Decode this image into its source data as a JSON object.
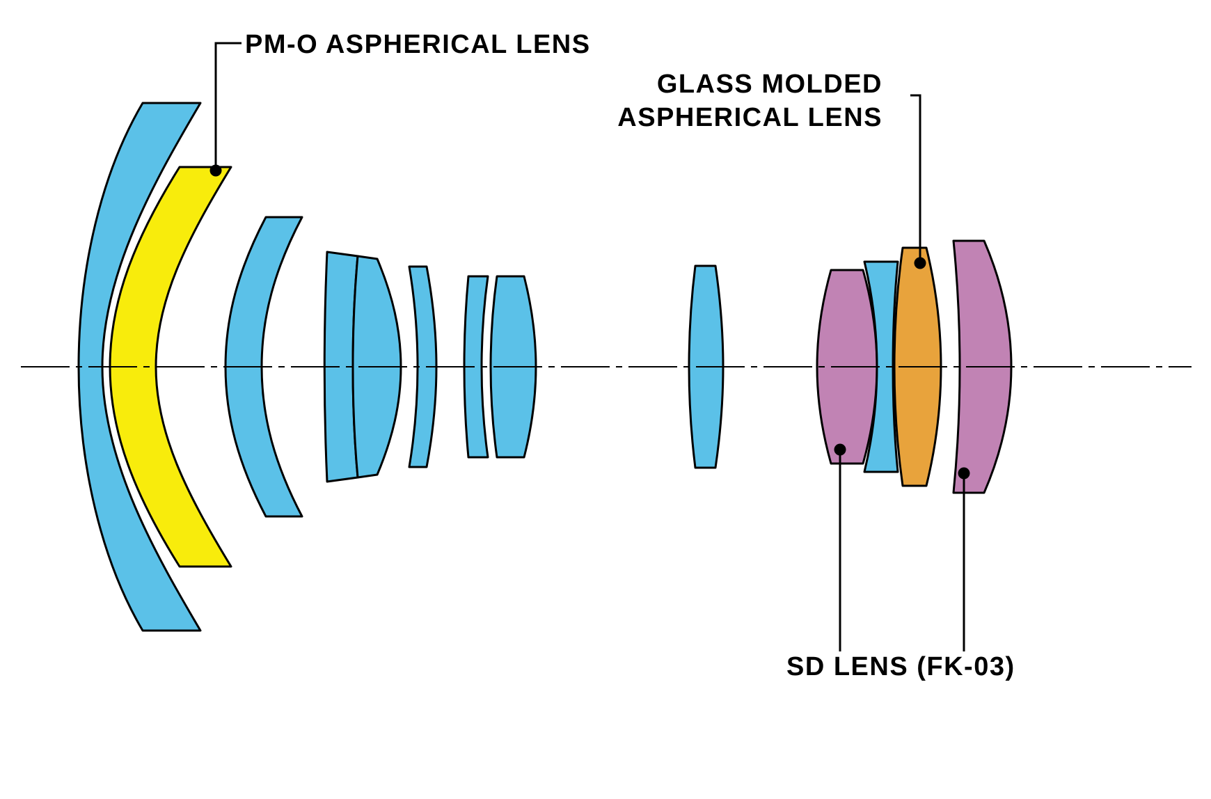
{
  "labels": {
    "pmo": "PM-O ASPHERICAL LENS",
    "gmo_line1": "GLASS MOLDED",
    "gmo_line2": "ASPHERICAL LENS",
    "sd": "SD LENS (FK-03)"
  },
  "colors": {
    "blue": "#5BC1E8",
    "yellow": "#F8EC0C",
    "orange": "#E8A33C",
    "purple": "#C183B4",
    "outline": "#000000",
    "background": "#FFFFFF"
  }
}
